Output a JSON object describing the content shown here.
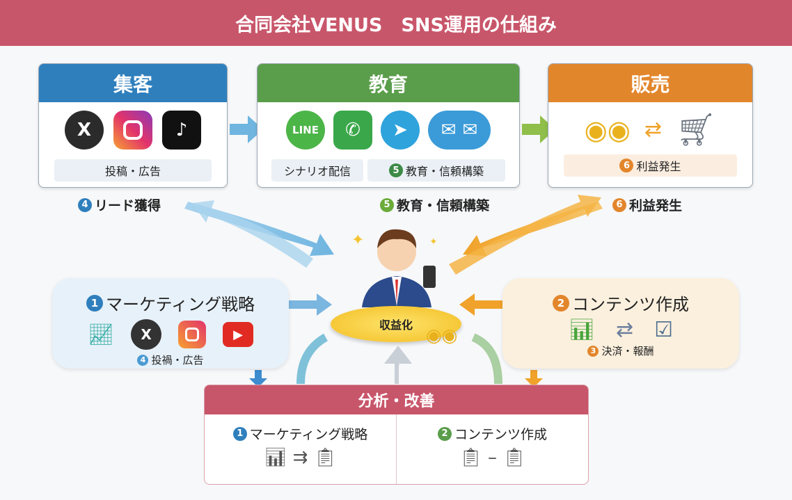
{
  "title": "合同会社VENUS　SNS運用の仕組み",
  "stages": [
    {
      "title": "集客",
      "color": "#2f7fbd",
      "icons": [
        "x-icon",
        "instagram-icon",
        "tiktok-icon"
      ],
      "caption": "投稿・広告"
    },
    {
      "title": "教育",
      "color": "#5a9d4b",
      "icons": [
        "line-icon",
        "whatsapp-icon",
        "telegram-icon",
        "mail-icon"
      ],
      "icon_text": {
        "line": "LINE"
      },
      "captions": [
        "シナリオ配信",
        "教育・信頼構築"
      ],
      "caption_num": "5"
    },
    {
      "title": "販売",
      "color": "#e2862c",
      "caption": "利益発生",
      "caption_num": "6"
    }
  ],
  "stage_labels": [
    {
      "num": "4",
      "text": "リード獲得",
      "color": "#2f7fbd"
    },
    {
      "num": "5",
      "text": "教育・信頼構築",
      "color": "#6aab3a"
    },
    {
      "num": "6",
      "text": "利益発生",
      "color": "#e2862c"
    }
  ],
  "center": {
    "label": "収益化"
  },
  "left_panel": {
    "num": "1",
    "title": "マーケティング戦略",
    "sub_num": "4",
    "sub": "投禍・広告"
  },
  "right_panel": {
    "num": "2",
    "title": "コンテンツ作成",
    "sub_num": "3",
    "sub": "決済・報酬"
  },
  "bottom": {
    "title": "分析・改善",
    "left": {
      "num": "1",
      "text": "マーケティング戦略"
    },
    "right": {
      "num": "2",
      "text": "コンテンツ作成"
    }
  }
}
